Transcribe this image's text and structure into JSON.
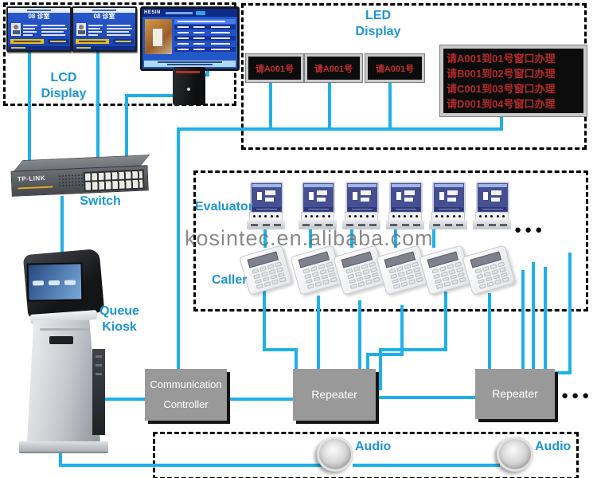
{
  "watermark": "kosintec.en.alibaba.com",
  "lcd_section": {
    "label": [
      "LCD",
      "Display"
    ],
    "screen_title": "08 诊室"
  },
  "monitor": {
    "brand": "HESIN"
  },
  "led_section": {
    "label": [
      "LED",
      "Display"
    ],
    "small_panels": [
      "请A001号",
      "请A001号",
      "请A001号"
    ],
    "big_panel": [
      "请A001到01号窗口办理",
      "请B001到02号窗口办理",
      "请C001到03号窗口办理",
      "请D001到04号窗口办理"
    ]
  },
  "switch": {
    "label": "Switch",
    "brand": "TP-LINK"
  },
  "kiosk": {
    "label": [
      "Queue",
      "Kiosk"
    ]
  },
  "terminals": {
    "evaluator_label": "Evaluator",
    "caller_label": "Caller",
    "ellipsis": "●●●"
  },
  "controller": {
    "label": [
      "Communication",
      "Controller"
    ]
  },
  "repeaters": {
    "label1": "Repeater",
    "label2": "Repeater",
    "ellipsis": "●●●"
  },
  "audio_section": {
    "label1": "Audio",
    "label2": "Audio"
  },
  "colors": {
    "wire": "#1fb0e8",
    "label_blue": "#1b95d4",
    "led_red": "#b42a2a",
    "box_gray": "#999999"
  }
}
